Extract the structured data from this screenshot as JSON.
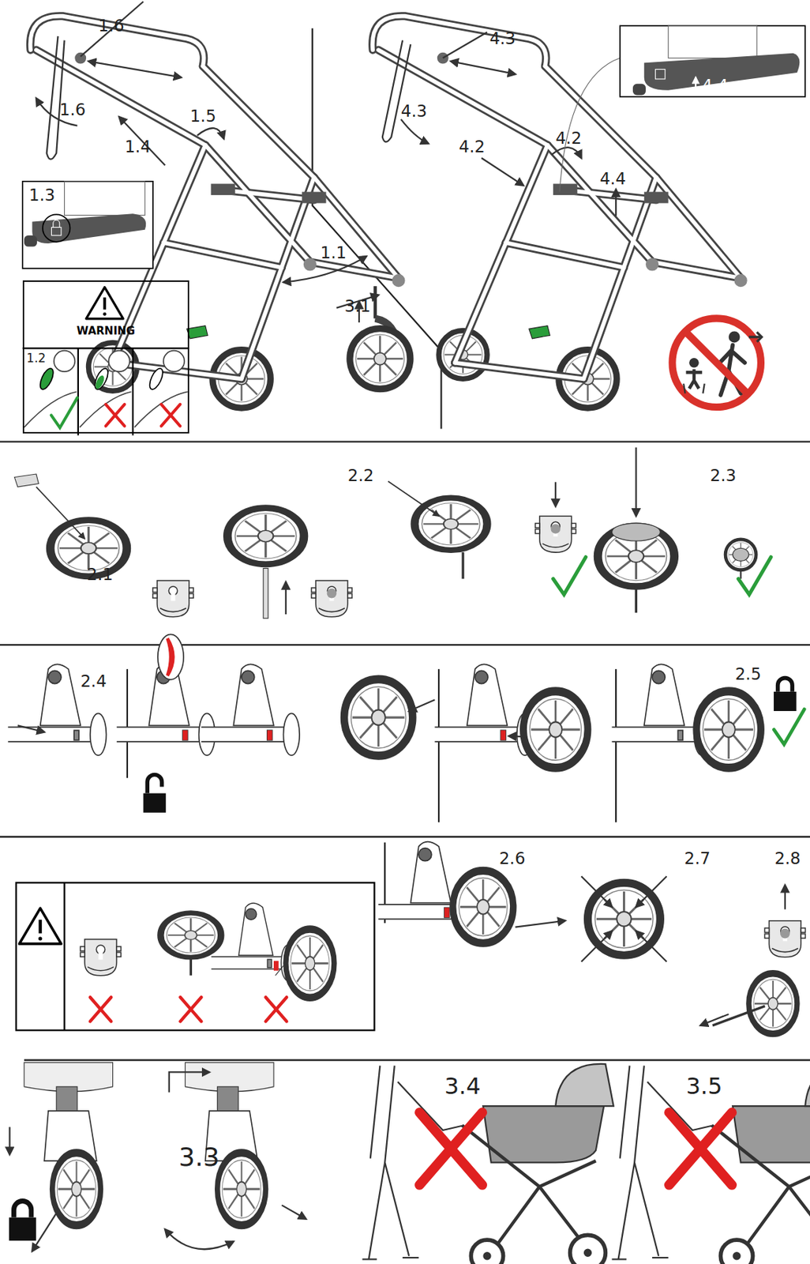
{
  "diagram": {
    "nodes": [
      {
        "text": [
          "WARNING"
        ]
      }
    ],
    "labels": [
      "1.6",
      "4.3",
      "4,4",
      "1.6",
      "1.5",
      "4.3",
      "1.4",
      "4.2",
      "4.2",
      "4.4",
      "1.3",
      "1.1",
      "3.1",
      "1.2",
      "2.2",
      "2.3",
      "2.1",
      "2.4",
      "2.5",
      "2.6",
      "2.7",
      "2.8",
      "3.4",
      "3.5",
      "3.3"
    ]
  }
}
